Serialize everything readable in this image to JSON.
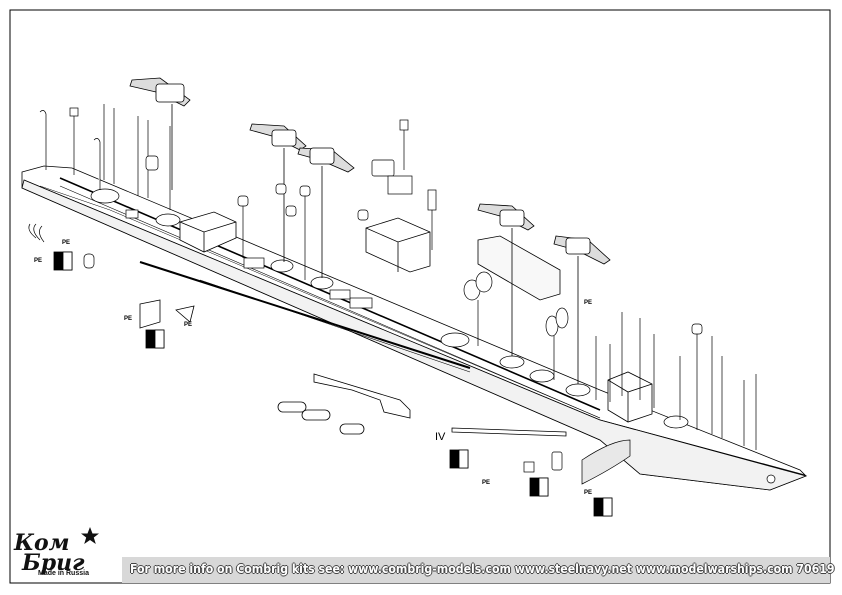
{
  "pe_label": "PE",
  "roman_label": "IV",
  "footer": {
    "text": "For more info on Combrig kits see: www.combrig-models.com www.steelnavy.net www.modelwarships.com 70619"
  },
  "logo": {
    "line1": "Ком",
    "line2": "Бриг",
    "made_in": "Made in Russia"
  }
}
